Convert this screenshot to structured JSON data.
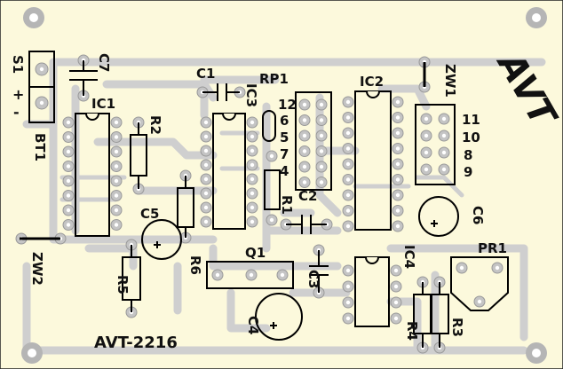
{
  "board": {
    "background": "#fcf9dc",
    "silk_color": "#111111",
    "trace_color": "#cfcfcf",
    "pad_color": "#c4c4c4",
    "title": "AVT-2216",
    "logo": "AVT"
  },
  "labels": {
    "s1": "S1",
    "bt1": "BT1",
    "plus": "+",
    "minus": "-",
    "c7": "C7",
    "ic1": "IC1",
    "r2": "R2",
    "c1": "C1",
    "ic3": "IC3",
    "rp1": "RP1",
    "ic2": "IC2",
    "zw1": "ZW1",
    "c5": "C5",
    "r6": "R6",
    "r1": "R1",
    "c2": "C2",
    "c6": "C6",
    "zw2": "ZW2",
    "r5": "R5",
    "q1": "Q1",
    "c3": "C3",
    "ic4": "IC4",
    "pr1": "PR1",
    "c4": "C4",
    "r4": "R4",
    "r3": "R3"
  },
  "connector_numbers": {
    "left": [
      "12",
      "6",
      "5",
      "7",
      "4"
    ],
    "right": [
      "11",
      "10",
      "8",
      "9"
    ]
  }
}
